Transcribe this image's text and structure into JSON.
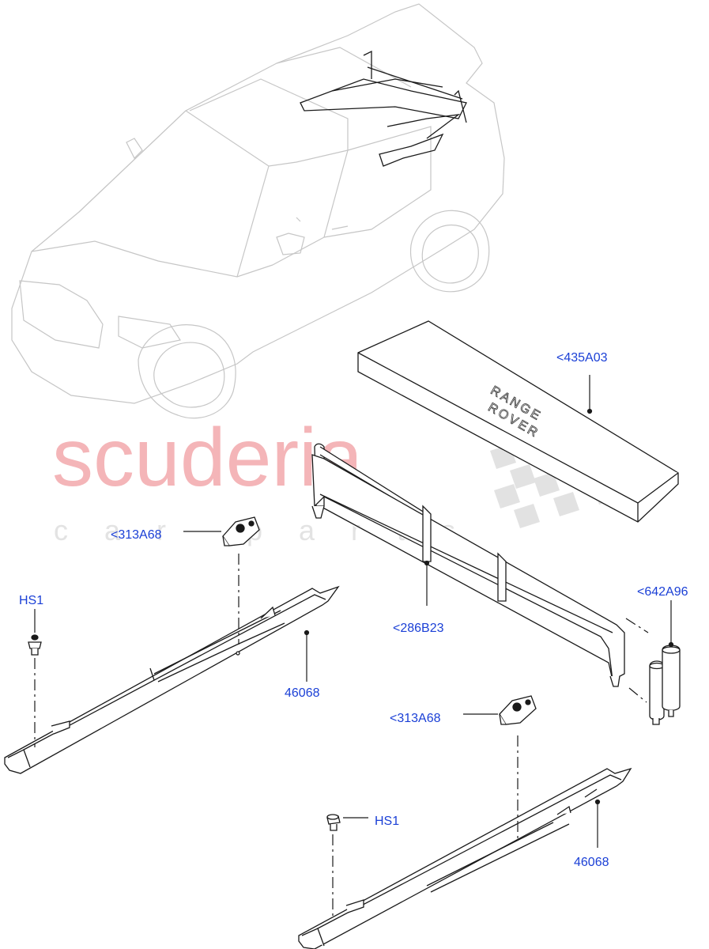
{
  "watermark": {
    "brand": "scuderia",
    "sub": "car parts",
    "brand_color": "#f4b5b8"
  },
  "callouts": {
    "panel_435A03": "<435A03",
    "bracket_313A68_left": "<313A68",
    "fastener_HS1_left": "HS1",
    "handle_286B23": "<286B23",
    "mount_642A96": "<642A96",
    "bracket_313A68_right": "<313A68",
    "step_46068_left": "46068",
    "fastener_HS1_right": "HS1",
    "step_46068_right": "46068"
  },
  "panel_badge": {
    "line1": "RANGE",
    "line2": "ROVER"
  },
  "colors": {
    "callout": "#1a3fd6",
    "ghost_vehicle": "#c6c6c6",
    "part_line": "#1a1a1a"
  }
}
